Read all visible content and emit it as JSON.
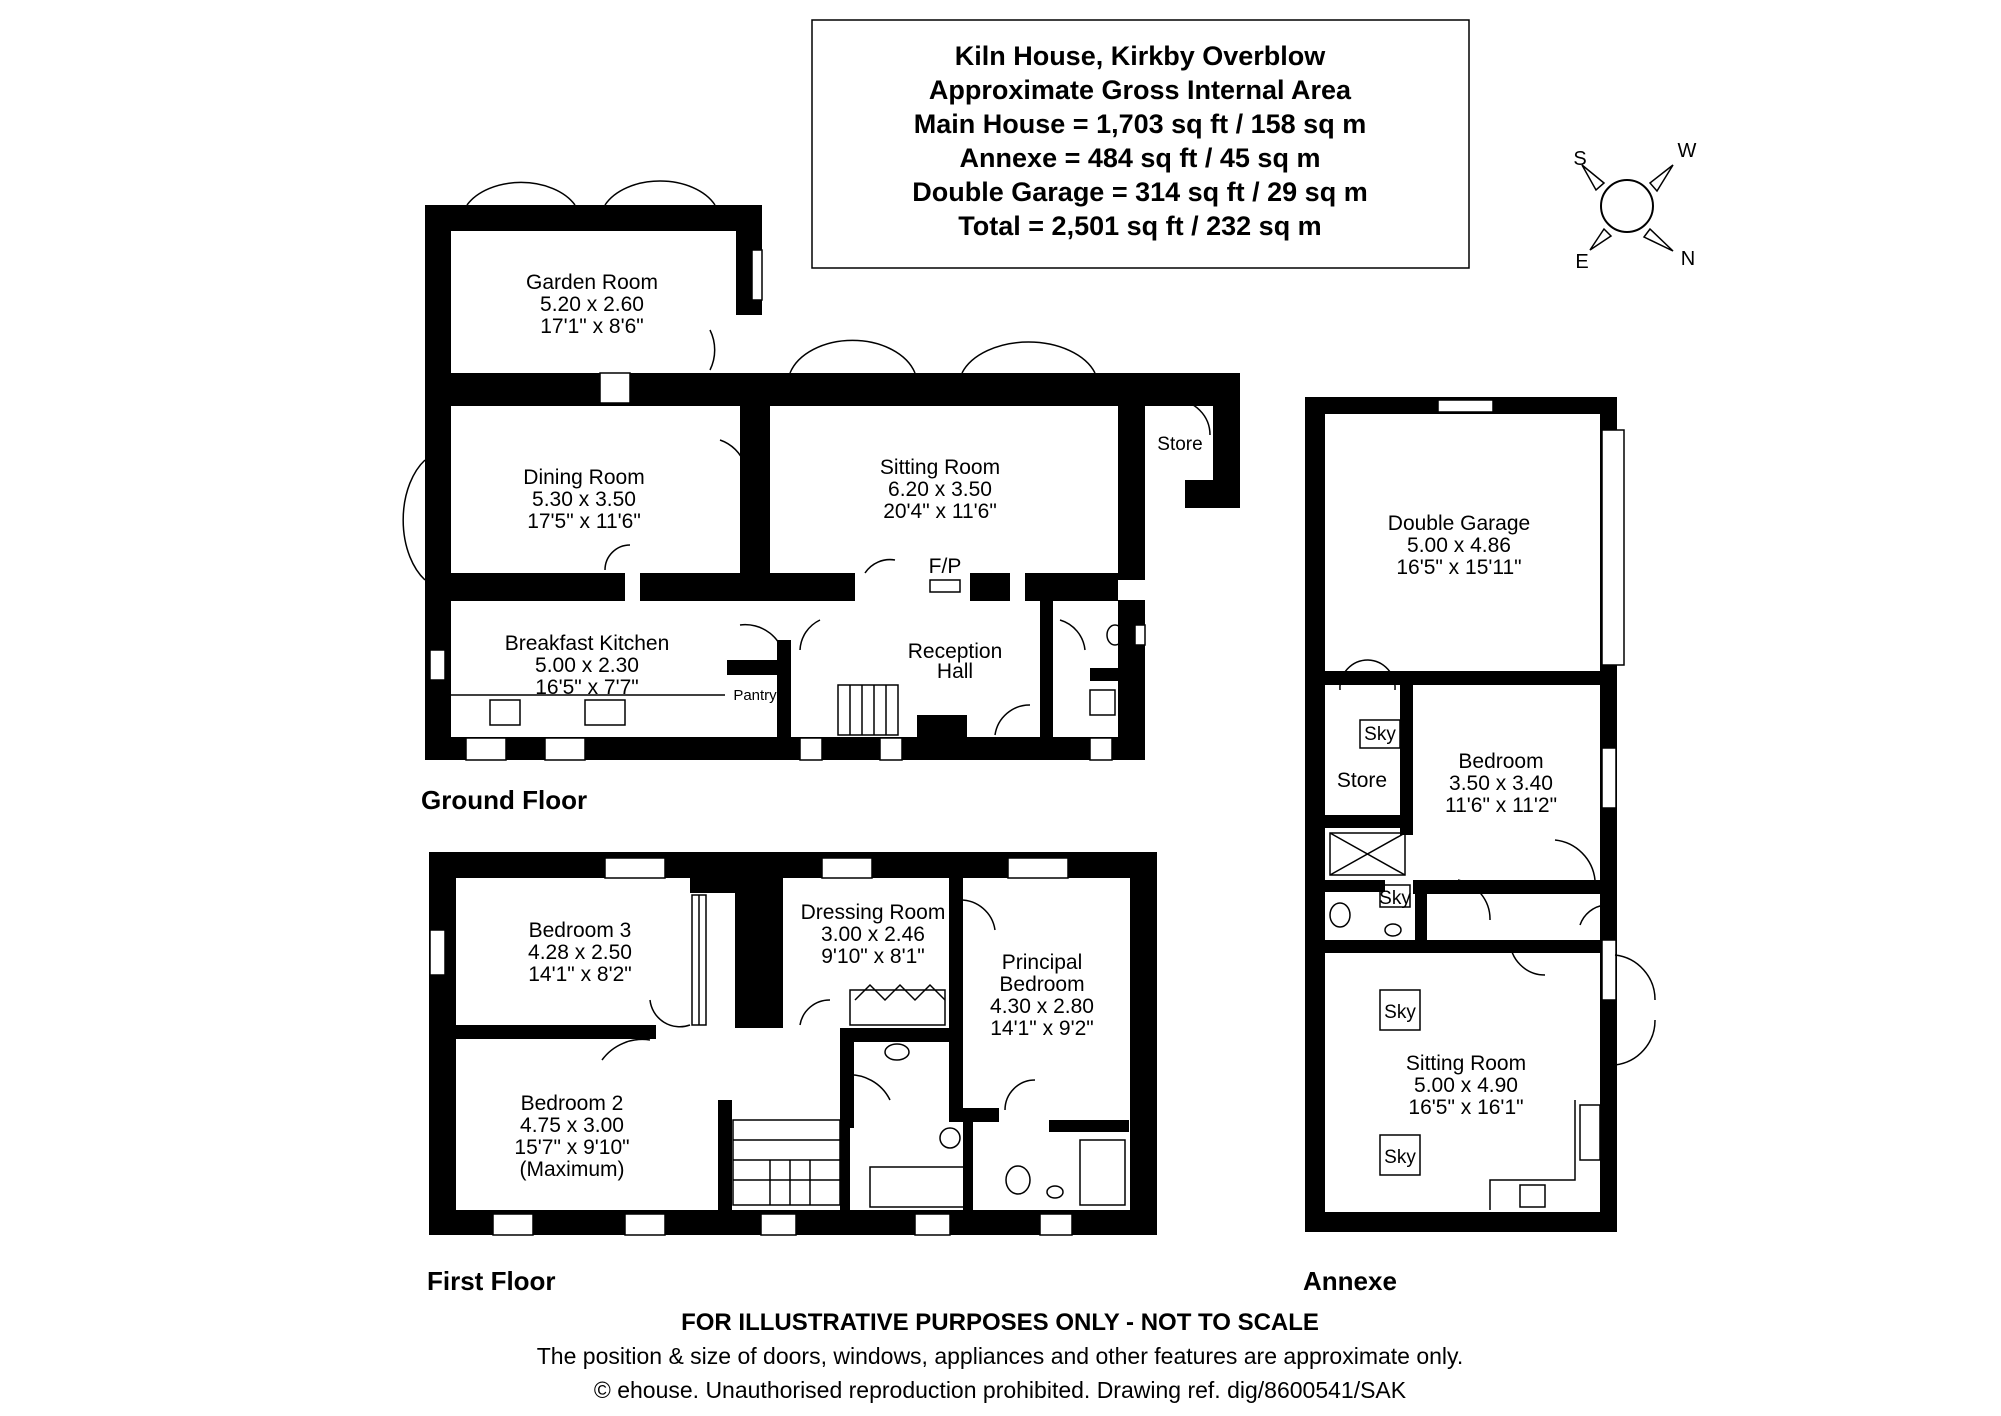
{
  "header": {
    "lines": [
      "Kiln House, Kirkby Overblow",
      "Approximate Gross Internal Area",
      "Main House = 1,703 sq ft / 158 sq m",
      "Annexe = 484 sq ft / 45 sq m",
      "Double Garage = 314 sq ft / 29 sq m",
      "Total = 2,501 sq ft / 232 sq m"
    ]
  },
  "compass": {
    "s": "S",
    "w": "W",
    "e": "E",
    "n": "N"
  },
  "floors": {
    "ground": "Ground Floor",
    "first": "First Floor",
    "annexe": "Annexe"
  },
  "rooms": {
    "garden_room": [
      "Garden Room",
      "5.20 x 2.60",
      "17'1\" x 8'6\""
    ],
    "dining_room": [
      "Dining Room",
      "5.30 x 3.50",
      "17'5\" x 11'6\""
    ],
    "sitting_room": [
      "Sitting Room",
      "6.20 x 3.50",
      "20'4\" x 11'6\""
    ],
    "fp": "F/P",
    "store_ground": "Store",
    "breakfast_kitchen": [
      "Breakfast Kitchen",
      "5.00 x 2.30",
      "16'5\" x 7'7\""
    ],
    "pantry": "Pantry",
    "reception_hall": [
      "Reception",
      "Hall"
    ],
    "bedroom3": [
      "Bedroom 3",
      "4.28 x 2.50",
      "14'1\" x 8'2\""
    ],
    "dressing_room": [
      "Dressing Room",
      "3.00 x 2.46",
      "9'10\" x 8'1\""
    ],
    "principal_bedroom": [
      "Principal",
      "Bedroom",
      "4.30 x 2.80",
      "14'1\" x 9'2\""
    ],
    "bedroom2": [
      "Bedroom 2",
      "4.75 x 3.00",
      "15'7\" x 9'10\"",
      "(Maximum)"
    ],
    "double_garage": [
      "Double Garage",
      "5.00 x 4.86",
      "16'5\" x 15'11\""
    ],
    "annexe_store": "Store",
    "sky": "Sky",
    "annexe_bedroom": [
      "Bedroom",
      "3.50 x 3.40",
      "11'6\" x 11'2\""
    ],
    "annexe_sitting": [
      "Sitting Room",
      "5.00 x 4.90",
      "16'5\" x 16'1\""
    ]
  },
  "footer": {
    "bold": "FOR ILLUSTRATIVE PURPOSES ONLY - NOT TO SCALE",
    "line2": "The position & size of doors, windows, appliances and other features are approximate only.",
    "line3": "© ehouse. Unauthorised reproduction prohibited. Drawing ref. dig/8600541/SAK"
  }
}
